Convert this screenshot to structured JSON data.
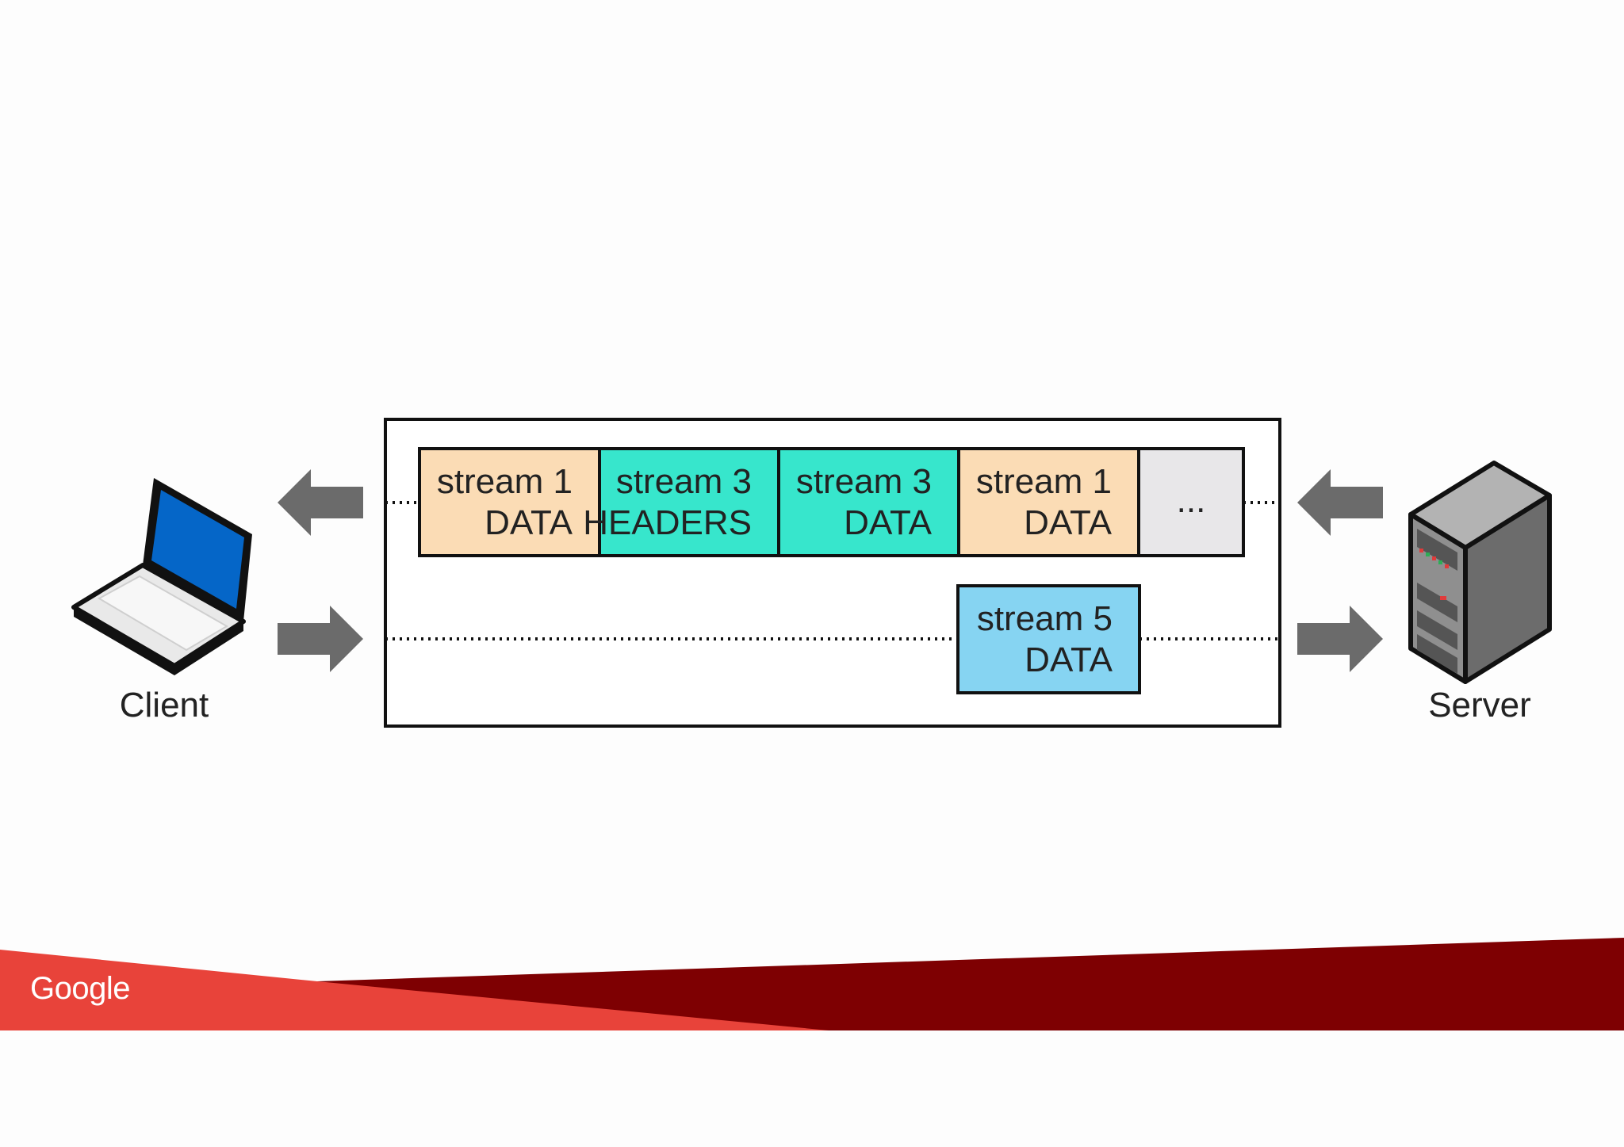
{
  "diagram": {
    "client_label": "Client",
    "server_label": "Server",
    "frames_to_client": [
      {
        "line1": "stream 1",
        "line2": "DATA",
        "color": "#fbdcb5"
      },
      {
        "line1": "stream 3",
        "line2": "HEADERS",
        "color": "#37e6cc"
      },
      {
        "line1": "stream 3",
        "line2": "DATA",
        "color": "#37e6cc"
      },
      {
        "line1": "stream 1",
        "line2": "DATA",
        "color": "#fbdcb5"
      },
      {
        "line1": "...",
        "line2": "",
        "color": "#e8e7e9"
      }
    ],
    "frames_to_server": [
      {
        "line1": "stream 5",
        "line2": "DATA",
        "color": "#86d4f2"
      }
    ]
  },
  "footer": {
    "brand": "Google",
    "colors": {
      "light_red": "#e8433a",
      "dark_red": "#7e0002"
    }
  }
}
